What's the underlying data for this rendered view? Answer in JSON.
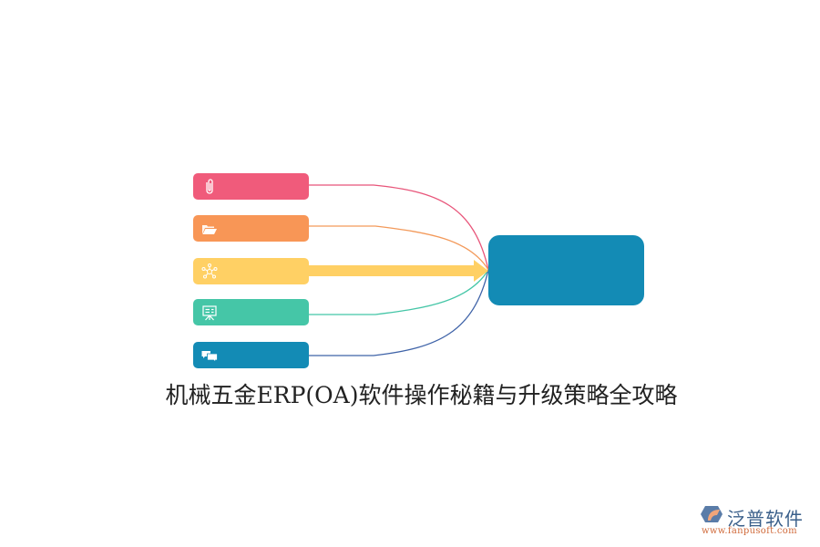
{
  "diagram": {
    "title": "机械五金ERP(OA)软件操作秘籍与升级策略全攻略",
    "nodes": [
      {
        "id": "n1",
        "icon": "paperclip-icon",
        "color": "#f05b7b",
        "label": ""
      },
      {
        "id": "n2",
        "icon": "folder-open-icon",
        "color": "#f89656",
        "label": ""
      },
      {
        "id": "n3",
        "icon": "network-icon",
        "color": "#ffd064",
        "label": ""
      },
      {
        "id": "n4",
        "icon": "presentation-board-icon",
        "color": "#45c6a7",
        "label": ""
      },
      {
        "id": "n5",
        "icon": "chat-bubbles-icon",
        "color": "#138bb5",
        "label": ""
      }
    ],
    "center": {
      "color": "#138bb5",
      "label": ""
    },
    "links": [
      {
        "from": "n1",
        "to": "center",
        "color": "#e8557a",
        "style": "curve"
      },
      {
        "from": "n2",
        "to": "center",
        "color": "#f39a5b",
        "style": "curve"
      },
      {
        "from": "n3",
        "to": "center",
        "color": "#ffd064",
        "style": "arrow"
      },
      {
        "from": "n4",
        "to": "center",
        "color": "#45c6a7",
        "style": "curve"
      },
      {
        "from": "n5",
        "to": "center",
        "color": "#3f63a8",
        "style": "curve"
      }
    ]
  },
  "watermark": {
    "brand": "泛普软件",
    "url": "www.fanpusoft.com"
  }
}
